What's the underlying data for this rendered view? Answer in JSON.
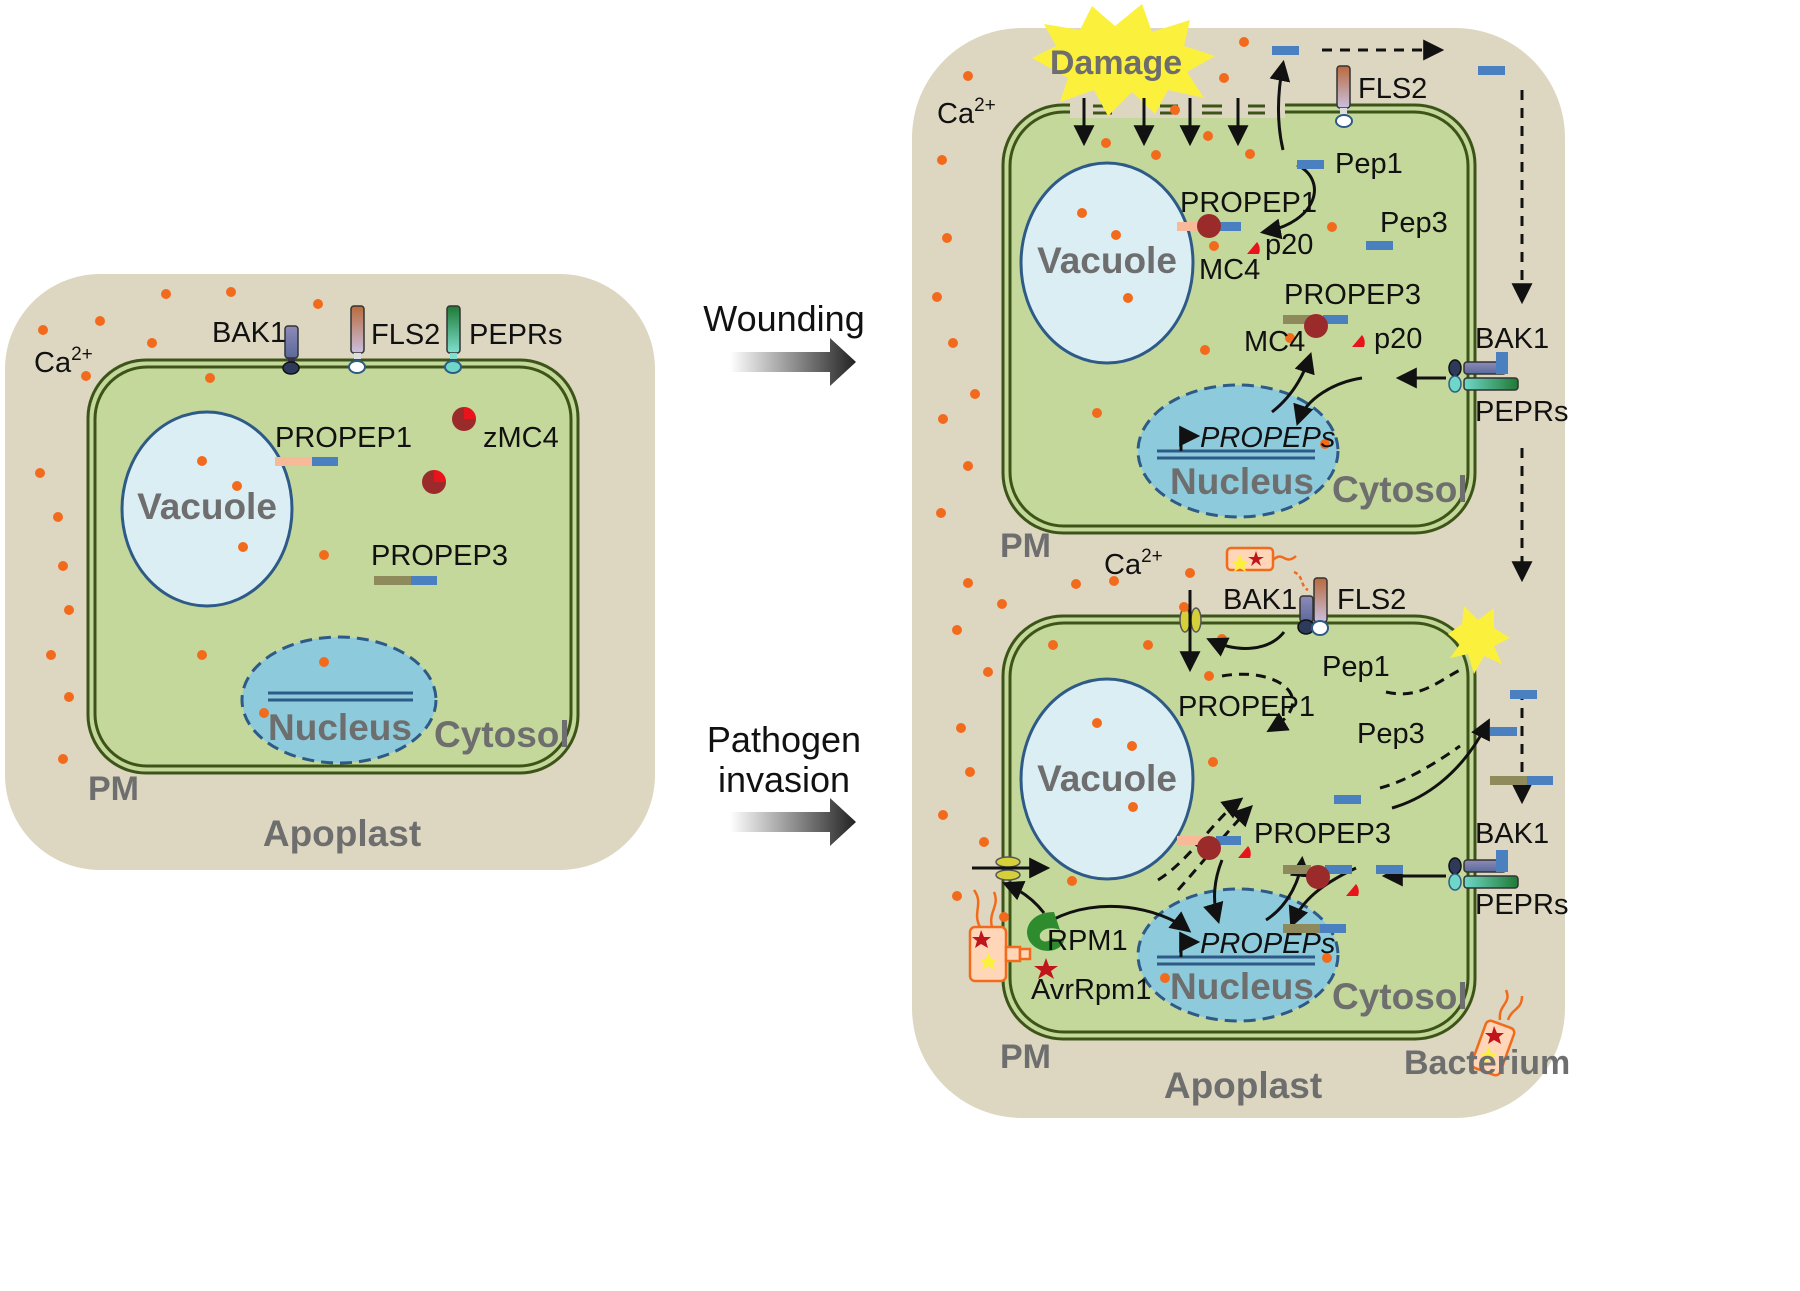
{
  "colors": {
    "apoplast": "#ddd7c1",
    "cytosol": "#c5d89b",
    "membrane": "#3d5418",
    "vacuole": "#dbeef4",
    "nucleus": "#8dcbdc",
    "calcium": "#f26b1d",
    "pep": "#4a7fc0",
    "propep1_prodomain": "#f7b998",
    "propep3_prodomain": "#8e8a5c",
    "mc4": "#9b2b2b",
    "p20": "#e8141c",
    "damage": "#fbf13c"
  },
  "left_cell": {
    "ca_label": "Ca",
    "ca_sup": "2+",
    "bak1": "BAK1",
    "fls2": "FLS2",
    "peprs": "PEPRs",
    "propep1": "PROPEP1",
    "zmc4": "zMC4",
    "propep3": "PROPEP3",
    "vacuole": "Vacuole",
    "nucleus": "Nucleus",
    "cytosol": "Cytosol",
    "pm": "PM",
    "apoplast": "Apoplast"
  },
  "transitions": {
    "wounding": "Wounding",
    "pathogen_line1": "Pathogen",
    "pathogen_line2": "invasion"
  },
  "top_cell": {
    "damage": "Damage",
    "ca_label": "Ca",
    "ca_sup": "2+",
    "fls2": "FLS2",
    "pep1": "Pep1",
    "propep1": "PROPEP1",
    "p20_a": "p20",
    "mc4_a": "MC4",
    "pep3": "Pep3",
    "propep3": "PROPEP3",
    "mc4_b": "MC4",
    "p20_b": "p20",
    "bak1": "BAK1",
    "peprs": "PEPRs",
    "propeps": "PROPEPs",
    "vacuole": "Vacuole",
    "nucleus": "Nucleus",
    "cytosol": "Cytosol",
    "pm": "PM"
  },
  "bottom_cell": {
    "ca_label": "Ca",
    "ca_sup": "2+",
    "bak1_top": "BAK1",
    "fls2": "FLS2",
    "pep1": "Pep1",
    "propep1": "PROPEP1",
    "pep3": "Pep3",
    "propep3": "PROPEP3",
    "bak1": "BAK1",
    "peprs": "PEPRs",
    "rpm1": "RPM1",
    "avrrpm1": "AvrRpm1",
    "propeps": "PROPEPs",
    "vacuole": "Vacuole",
    "nucleus": "Nucleus",
    "cytosol": "Cytosol",
    "pm": "PM",
    "apoplast": "Apoplast",
    "bacterium": "Bacterium"
  }
}
